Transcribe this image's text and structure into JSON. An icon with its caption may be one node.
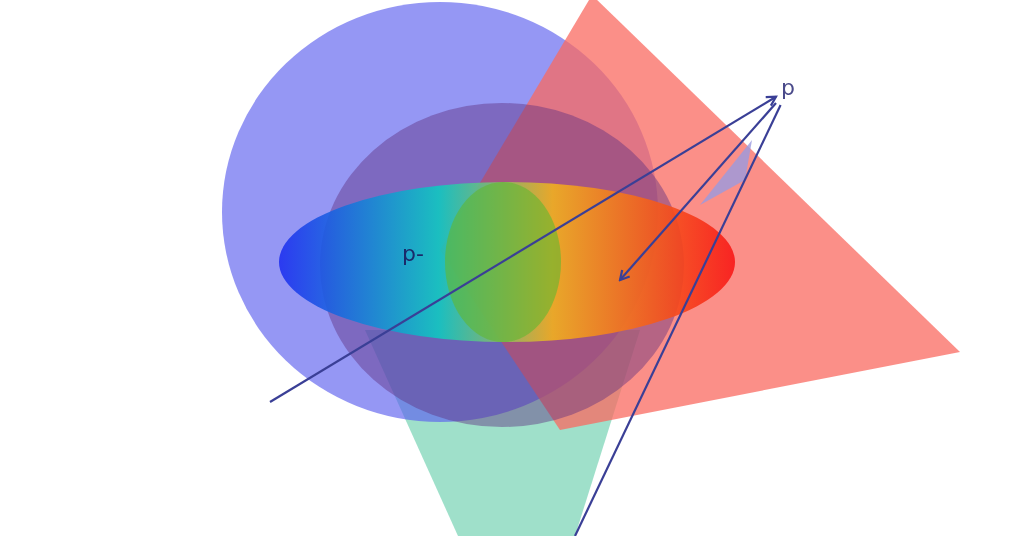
{
  "diagram": {
    "nodes": [
      {
        "text": [
          "p"
        ]
      },
      {
        "text": [
          "p-"
        ]
      }
    ],
    "edges": [
      {
        "from": null,
        "to": 0,
        "arrow": "to"
      },
      {
        "from": 0,
        "to": 1,
        "arrow": "to"
      },
      {
        "from": 0,
        "to": null,
        "arrow": "none"
      }
    ]
  }
}
